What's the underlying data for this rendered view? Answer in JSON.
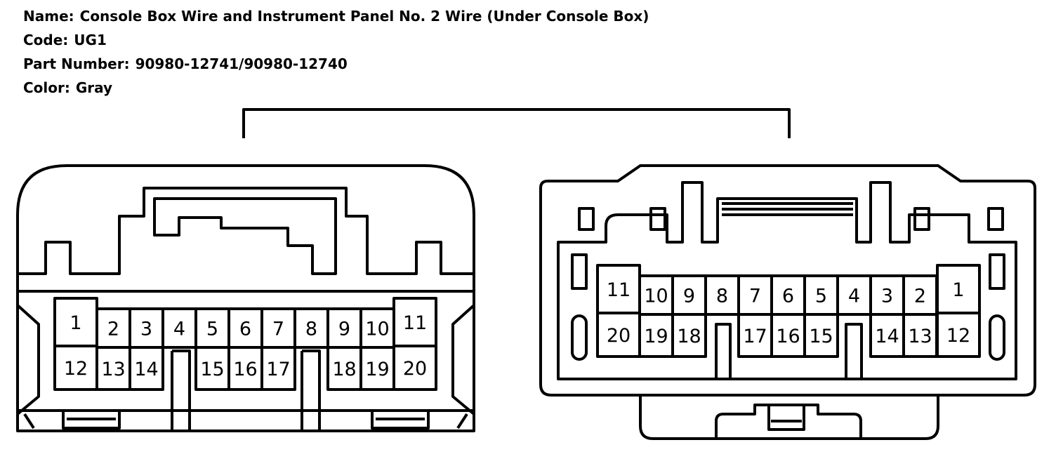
{
  "header": {
    "name_label": "Name:",
    "name_value": "Console Box Wire and Instrument Panel No. 2 Wire (Under Console Box)",
    "code_label": "Code:",
    "code_value": "UG1",
    "part_label": "Part Number:",
    "part_value": "90980-12741/90980-12740",
    "color_label": "Color:",
    "color_value": "Gray"
  },
  "left_connector": {
    "pins": [
      "1",
      "2",
      "3",
      "4",
      "5",
      "6",
      "7",
      "8",
      "9",
      "10",
      "11",
      "12",
      "13",
      "14",
      "15",
      "16",
      "17",
      "18",
      "19",
      "20"
    ]
  },
  "right_connector": {
    "pins": [
      "1",
      "2",
      "3",
      "4",
      "5",
      "6",
      "7",
      "8",
      "9",
      "10",
      "11",
      "12",
      "13",
      "14",
      "15",
      "16",
      "17",
      "18",
      "19",
      "20"
    ]
  }
}
